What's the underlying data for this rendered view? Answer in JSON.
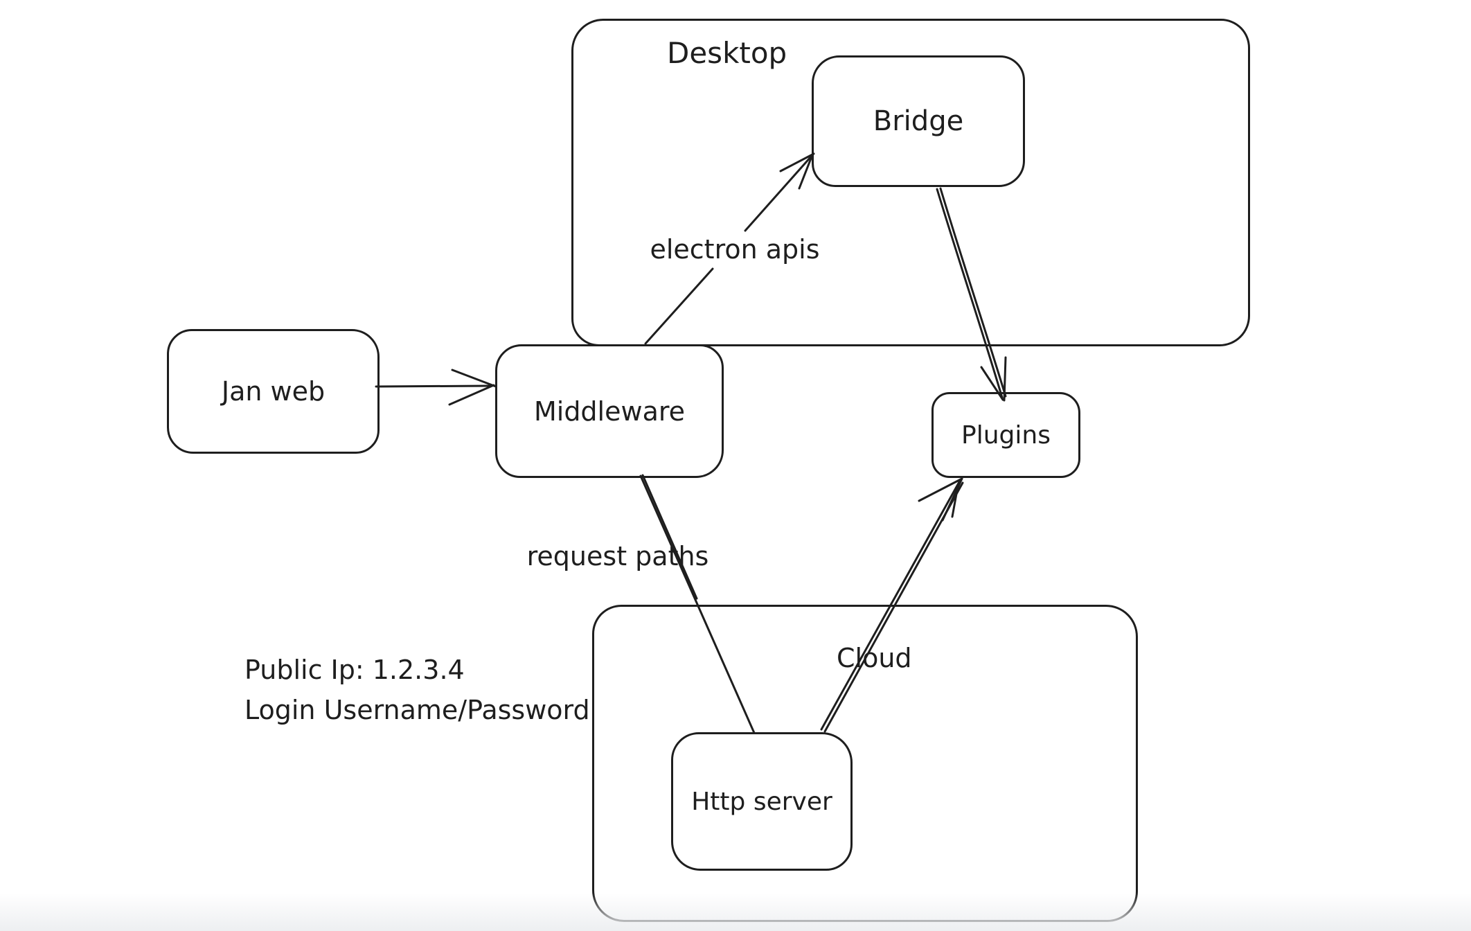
{
  "diagram": {
    "colors": {
      "stroke": "#1e1e1e",
      "background": "#ffffff"
    },
    "containers": {
      "desktop": {
        "label": "Desktop"
      },
      "cloud": {
        "label": "Cloud"
      }
    },
    "nodes": {
      "jan_web": {
        "label": "Jan web"
      },
      "middleware": {
        "label": "Middleware"
      },
      "bridge": {
        "label": "Bridge"
      },
      "plugins": {
        "label": "Plugins"
      },
      "http_server": {
        "label": "Http server"
      }
    },
    "edges": [
      {
        "from": "Jan web",
        "to": "Middleware",
        "label": ""
      },
      {
        "from": "Middleware",
        "to": "Bridge",
        "label": "electron apis"
      },
      {
        "from": "Bridge",
        "to": "Plugins",
        "label": ""
      },
      {
        "from": "Middleware",
        "to": "Http server",
        "label": "request paths"
      },
      {
        "from": "Http server",
        "to": "Plugins",
        "label": ""
      }
    ],
    "notes": {
      "line1": "Public Ip: 1.2.3.4",
      "line2": "Login Username/Password"
    }
  }
}
